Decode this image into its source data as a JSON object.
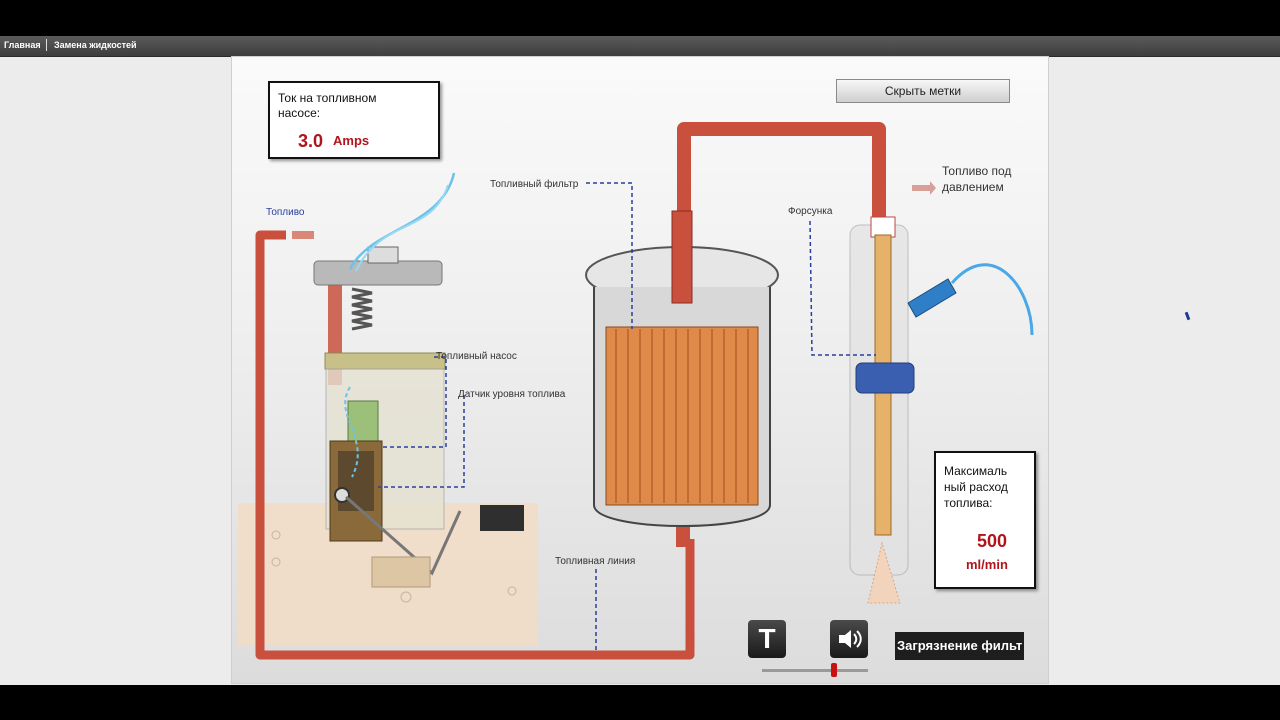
{
  "nav": {
    "home": "Главная",
    "fluids": "Замена жидкостей"
  },
  "current_panel": {
    "label": "Ток на топливном насосе:",
    "value": "3.0",
    "unit": "Amps"
  },
  "hide_labels_button": "Скрыть метки",
  "labels": {
    "fuel": "Топливо",
    "fuel_filter": "Топливный фильтр",
    "fuel_pump": "Топливный насос",
    "fuel_level_sensor": "Датчик уровня топлива",
    "fuel_line": "Топливная линия",
    "injector": "Форсунка",
    "pressurized_fuel": "Топливо под давлением"
  },
  "flow_panel": {
    "label": "Максималь ный расход топлива:",
    "value": "500",
    "unit": "ml/min"
  },
  "controls": {
    "text_toggle": "T",
    "volume_level": 0.68,
    "contamination_button": "Загрязнение фильт"
  },
  "colors": {
    "fuel_line": "#c8503c",
    "filter_core": "#e08a4a",
    "value_red": "#b0141c",
    "dash_blue": "#2a3f9e"
  }
}
